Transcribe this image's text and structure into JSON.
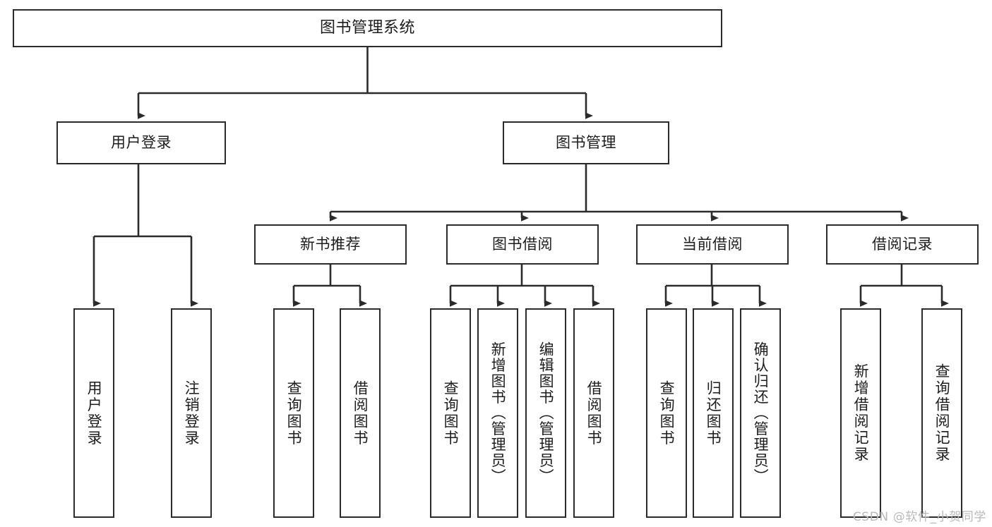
{
  "diagram": {
    "title": "图书管理系统",
    "type": "tree",
    "style": {
      "line_color": "#2b2b2b",
      "box_fill": "#ffffff",
      "text_color": "#1d1d1d",
      "watermark_color": "#b9b9b9"
    },
    "levels": {
      "root": "图书管理系统",
      "level1": [
        "用户登录",
        "图书管理"
      ],
      "level2": [
        "新书推荐",
        "图书借阅",
        "当前借阅",
        "借阅记录"
      ]
    },
    "nodes": {
      "root": {
        "label": "图书管理系统"
      },
      "user_login": {
        "label": "用户登录"
      },
      "book_manage": {
        "label": "图书管理"
      },
      "new_book_rec": {
        "label": "新书推荐"
      },
      "book_borrow": {
        "label": "图书借阅"
      },
      "current_borrow": {
        "label": "当前借阅"
      },
      "borrow_record": {
        "label": "借阅记录"
      },
      "leaf_user_login": {
        "label": "用户登录"
      },
      "leaf_logout": {
        "label": "注销登录"
      },
      "leaf_query_book_a": {
        "label": "查询图书"
      },
      "leaf_borrow_book_a": {
        "label": "借阅图书"
      },
      "leaf_query_book_b": {
        "label": "查询图书"
      },
      "leaf_add_book": {
        "label": "新增图书（管理员）"
      },
      "leaf_edit_book": {
        "label": "编辑图书（管理员）"
      },
      "leaf_borrow_book_b": {
        "label": "借阅图书"
      },
      "leaf_query_book_c": {
        "label": "查询图书"
      },
      "leaf_return_book": {
        "label": "归还图书"
      },
      "leaf_confirm_return": {
        "label": "确认归还（管理员）"
      },
      "leaf_add_record": {
        "label": "新增借阅记录"
      },
      "leaf_query_record": {
        "label": "查询借阅记录"
      }
    },
    "watermark": "CSDN @软件_小贺同学"
  }
}
